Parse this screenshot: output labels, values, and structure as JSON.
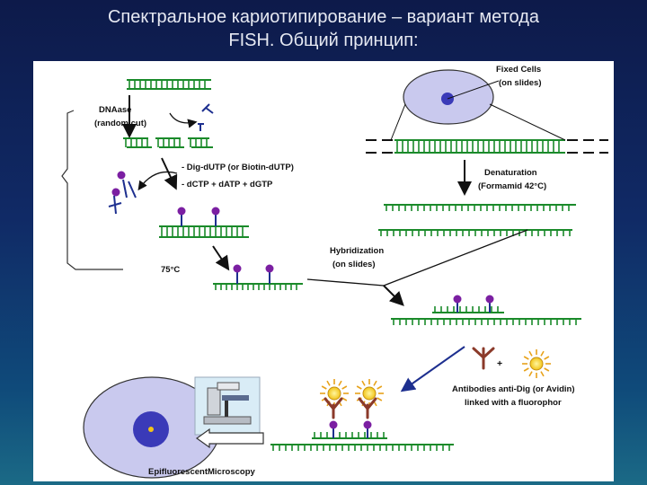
{
  "slide": {
    "title_line1": "Спектральное кариотипирование – вариант метода",
    "title_line2": "FISH. Общий принцип:"
  },
  "labels": {
    "dnaase_1": "DNAase",
    "dnaase_2": "(random cut)",
    "labeling_1": "- Dig-dUTP (or Biotin-dUTP)",
    "labeling_2": "- dCTP + dATP + dGTP",
    "temp": "75°C",
    "fixed_1": "Fixed Cells",
    "fixed_2": "(on slides)",
    "denat_1": "Denaturation",
    "denat_2": "(Formamid 42°C)",
    "hybrid_1": "Hybridization",
    "hybrid_2": "(on slides)",
    "plus": "+",
    "antibody_1": "Antibodies anti-Dig (or Avidin)",
    "antibody_2": "linked with a fluorophor",
    "microscopy": "EpifluorescentMicroscopy"
  },
  "colors": {
    "dna_green": "#1a8a2a",
    "probe_purple": "#7b1fa2",
    "antibody_brown": "#8b3a2a",
    "fluor_yellow": "#f2c418",
    "cell_fill": "#c9c9ee",
    "nucleus_fill": "#3a3ab8",
    "arrow_blue": "#1d2f8f"
  }
}
